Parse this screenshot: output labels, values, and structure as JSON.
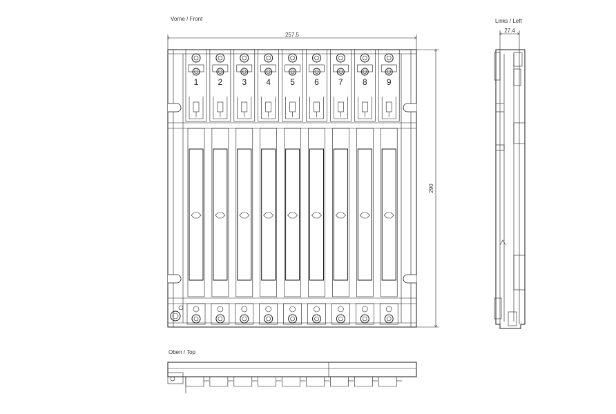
{
  "views": {
    "front_label": "Vorne  /  Front",
    "left_label": "Links  /  Left",
    "top_label": "Oben  /  Top"
  },
  "dimensions": {
    "width_front": "257.5",
    "height_front": "290",
    "depth_left": "27.4"
  },
  "slots": [
    "1",
    "2",
    "3",
    "4",
    "5",
    "6",
    "7",
    "8",
    "9"
  ]
}
